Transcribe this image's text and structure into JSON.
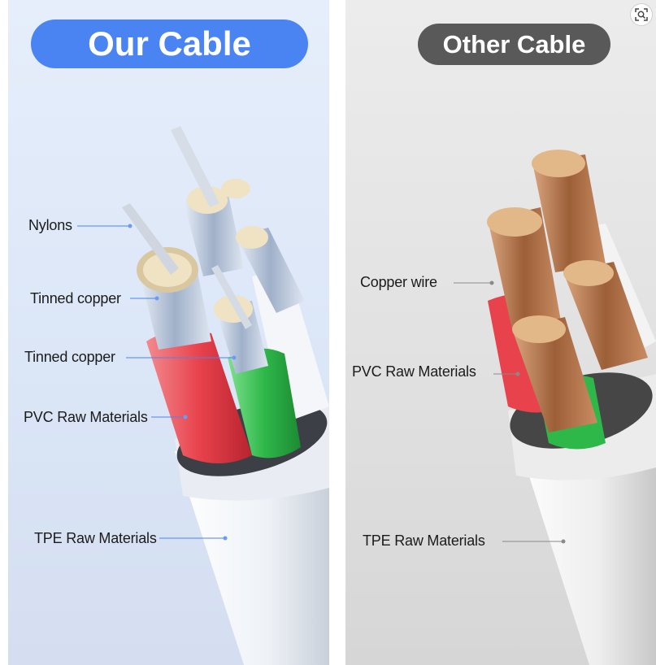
{
  "left_panel": {
    "title": "Our Cable",
    "labels": {
      "nylons": "Nylons",
      "tinned_copper_1": "Tinned copper",
      "tinned_copper_2": "Tinned copper",
      "pvc": "PVC Raw Materials",
      "tpe": "TPE Raw Materials"
    }
  },
  "right_panel": {
    "title": "Other Cable",
    "labels": {
      "copper_wire": "Copper wire",
      "pvc": "PVC Raw Materials",
      "tpe": "TPE Raw Materials"
    }
  },
  "colors": {
    "left_title_bg": "#4a84f2",
    "right_title_bg": "#595959",
    "red_insulation": "#e8424c",
    "green_insulation": "#2fb84a",
    "tinned_wire": "#c8d3e3",
    "copper_wire": "#b77a4c",
    "leader_line": "#4a84f2"
  },
  "icons": [
    "visual-search-icon"
  ]
}
